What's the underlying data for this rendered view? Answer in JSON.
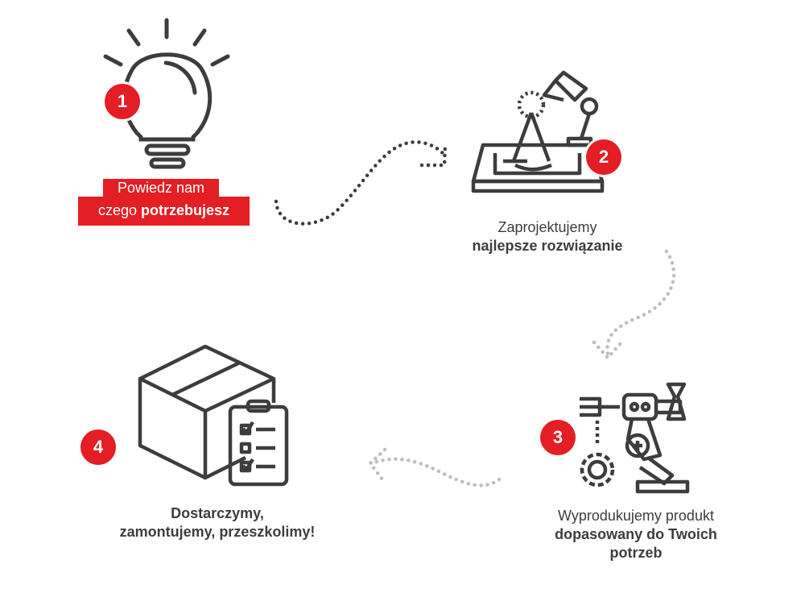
{
  "colors": {
    "accent": "#e31e24",
    "icon": "#3d3d3d",
    "arrow_dark": "#3d3d3d",
    "arrow_light": "#bdbdbd"
  },
  "steps": [
    {
      "number": "1",
      "icon": "lightbulb-icon",
      "line1": "Powiedz nam",
      "line2_regular": "czego ",
      "line2_bold": "potrzebujesz"
    },
    {
      "number": "2",
      "icon": "blueprint-design-icon",
      "line1": "Zaprojektujemy",
      "line2_bold": "najlepsze rozwiązanie"
    },
    {
      "number": "3",
      "icon": "robot-arm-icon",
      "line1": "Wyprodukujemy produkt",
      "line2_bold": "dopasowany do Twoich",
      "line3_bold": "potrzeb"
    },
    {
      "number": "4",
      "icon": "box-checklist-icon",
      "line1_bold": "Dostarczymy,",
      "line2_bold": "zamontujemy, przeszkolimy!"
    }
  ]
}
